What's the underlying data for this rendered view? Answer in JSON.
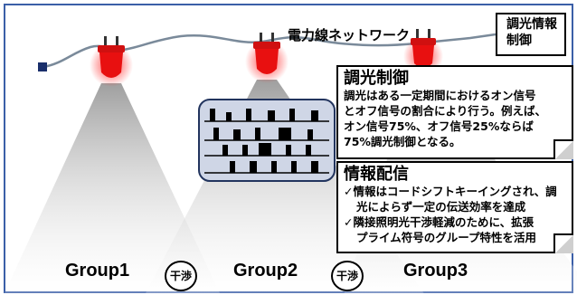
{
  "network_label": "電力線ネットワーク",
  "tag": {
    "line1": "調光情報",
    "line2": "制御"
  },
  "dimming": {
    "title": "調光制御",
    "body": [
      "調光はある一定期間におけるオン信号",
      "とオフ信号の割合により行う。例えば、",
      "オン信号75%、オフ信号25%ならば",
      "75%調光制御となる。"
    ]
  },
  "distribution": {
    "title": "情報配信",
    "items": [
      [
        "✓情報はコードシフトキーイングされ、調",
        "光によらず一定の伝送効率を達成"
      ],
      [
        "✓隣接照明光干渉軽減のために、拡張",
        "プライム符号のグループ特性を活用"
      ]
    ]
  },
  "groups": [
    "Group1",
    "Group2",
    "Group3"
  ],
  "interference_label": "干渉",
  "colors": {
    "beam": "#c8c8c8",
    "led": "#e81010",
    "frame": "#3b5fa8",
    "cable": "#7a8a9a",
    "panel": "#cfd6e6"
  }
}
